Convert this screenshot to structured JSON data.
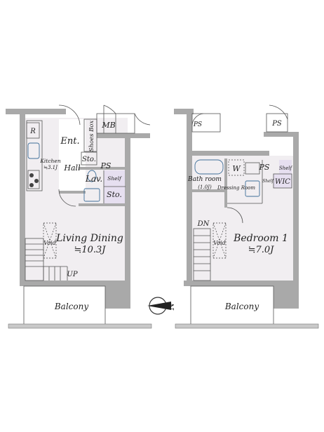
{
  "floor_lower": {
    "refrigerator": "R",
    "kitchen": "Kitchen",
    "kitchen_size": "≒3.1J",
    "entrance": "Ent.",
    "shoes_box": "Shoes Box",
    "storage_small": "Sto.",
    "hall": "Hall",
    "mb": "MB",
    "ps": "PS",
    "lavatory": "Lav.",
    "shelf": "Shelf",
    "storage": "Sto.",
    "living_dining": "Living Dining",
    "living_size": "≒10.3J",
    "void": "Void",
    "up": "UP",
    "balcony": "Balcony"
  },
  "floor_upper": {
    "ps_left": "PS",
    "ps_right": "PS",
    "washer": "W",
    "ps": "PS",
    "shelf": "Shelf",
    "bath_room": "Bath room",
    "bath_size": "(1.0J)",
    "dressing_room": "Dressing Room",
    "shelf_small": "Shelf",
    "wic": "WIC",
    "dn": "DN",
    "void": "Void",
    "bedroom": "Bedroom 1",
    "bedroom_size": "≒7.0J",
    "balcony": "Balcony"
  },
  "compass": {
    "north": "N"
  },
  "colors": {
    "wall": "#a9a9a9",
    "floor": "#f1eef1",
    "storage": "#e6dff0",
    "fixture": "#3f6f99"
  }
}
